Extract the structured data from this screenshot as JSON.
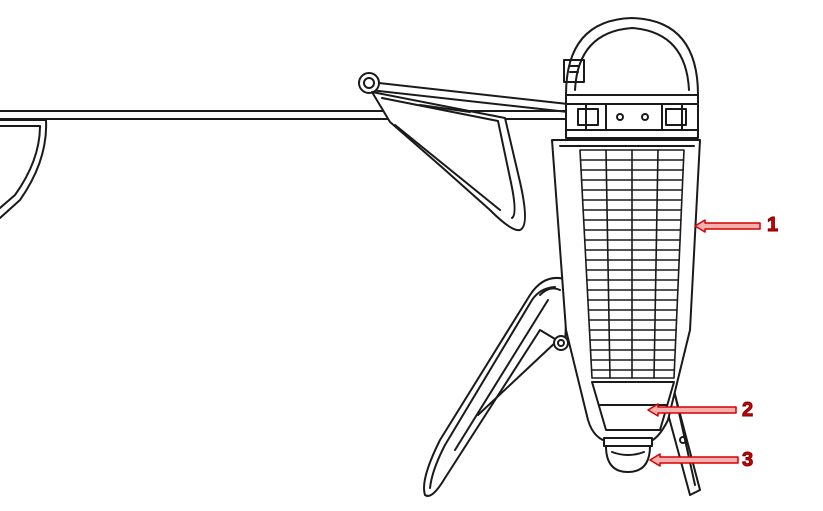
{
  "callouts": [
    {
      "number": "1"
    },
    {
      "number": "2"
    },
    {
      "number": "3"
    }
  ],
  "colors": {
    "line": "#1a1a1a",
    "callout_fill": "#f7b0b0",
    "callout_stroke": "#d40000",
    "callout_text": "#d40000"
  }
}
